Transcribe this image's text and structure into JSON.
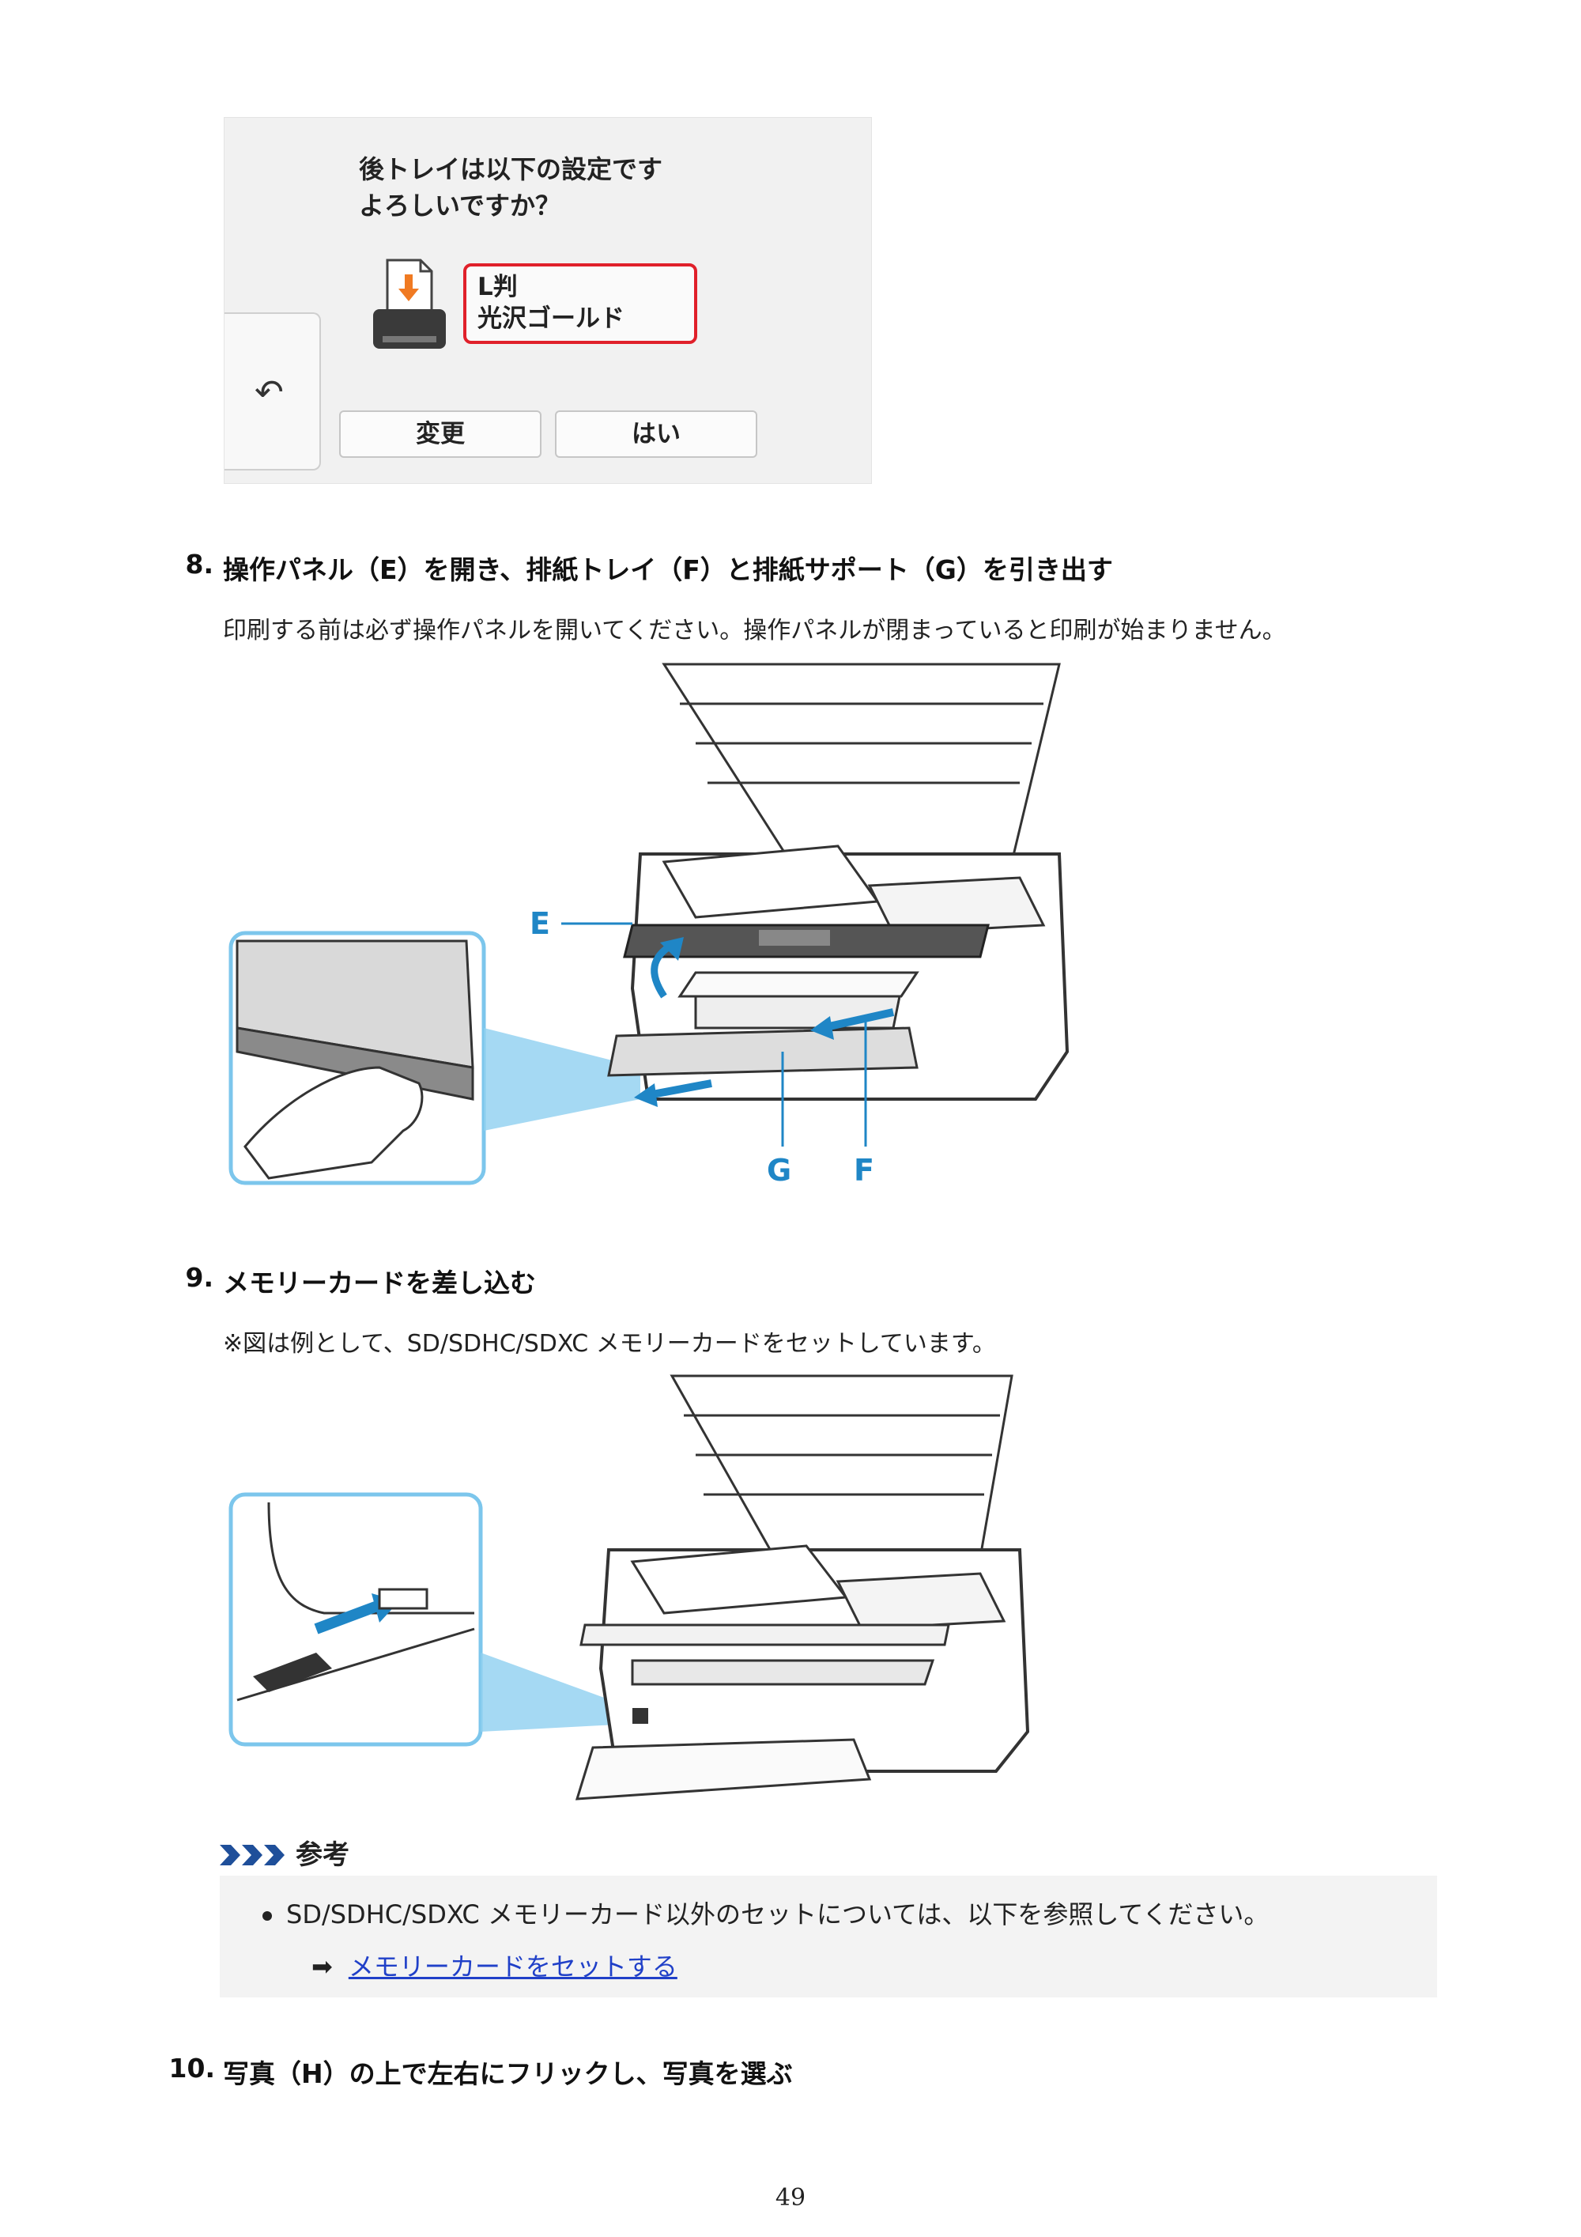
{
  "screen": {
    "question_line1": "後トレイは以下の設定です",
    "question_line2": "よろしいですか？",
    "paper_size": "L判",
    "paper_type": "光沢ゴールド",
    "back_glyph": "↶",
    "change_label": "変更",
    "yes_label": "はい"
  },
  "step8": {
    "number": "8.",
    "title": "操作パネル（E）を開き、排紙トレイ（F）と排紙サポート（G）を引き出す",
    "body": "印刷する前は必ず操作パネルを開いてください。操作パネルが閉まっていると印刷が始まりません。",
    "label_e": "E",
    "label_g": "G",
    "label_f": "F"
  },
  "step9": {
    "number": "9.",
    "title": "メモリーカードを差し込む",
    "body": "※図は例として、SD/SDHC/SDXC メモリーカードをセットしています。"
  },
  "note": {
    "heading": "参考",
    "bullet": "SD/SDHC/SDXC メモリーカード以外のセットについては、以下を参照してください。",
    "link": "メモリーカードをセットする",
    "link_arrow": "➡"
  },
  "step10": {
    "number": "10.",
    "title": "写真（H）の上で左右にフリックし、写真を選ぶ"
  },
  "page_number": "49",
  "colors": {
    "callout": "#1f86c6",
    "highlight": "#e0202a",
    "link": "#2040c8"
  }
}
